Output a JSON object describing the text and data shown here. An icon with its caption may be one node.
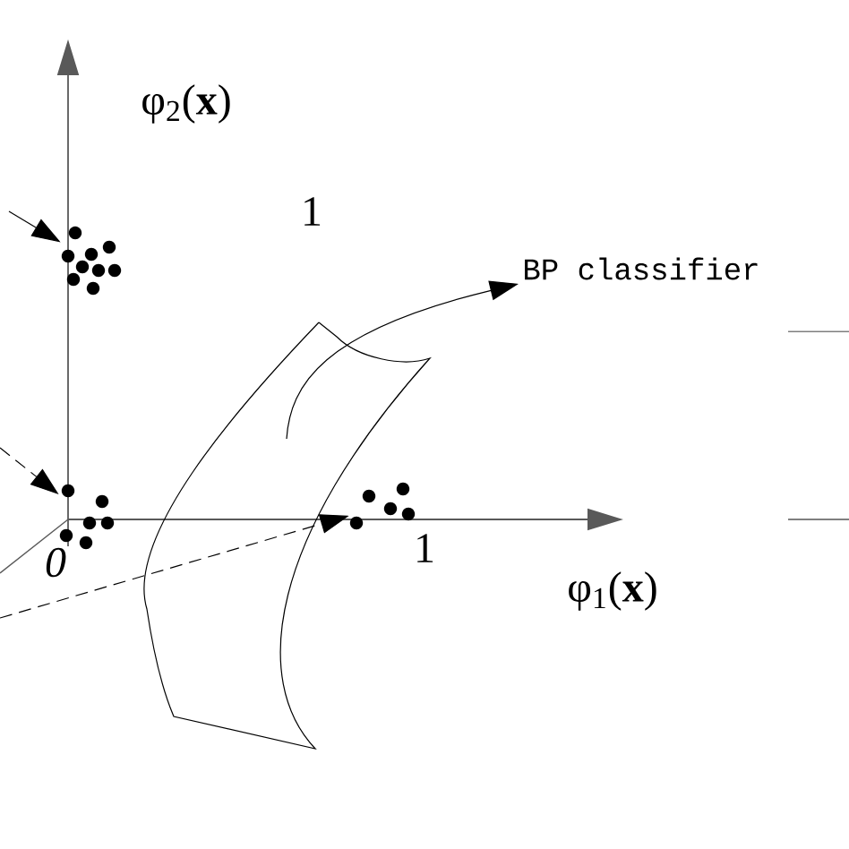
{
  "diagram": {
    "nodes": [
      {
        "text": [],
        "shape": "dots"
      },
      {
        "text": [],
        "shape": "dots"
      },
      {
        "text": [],
        "shape": "dots"
      },
      {
        "text": [
          "BP classifier"
        ]
      },
      {
        "text": [],
        "shape": "surface"
      }
    ],
    "edges": [
      {
        "from": null,
        "to": 0,
        "arrow": "to"
      },
      {
        "from": null,
        "to": 1,
        "arrow": "to",
        "style": "dashed"
      },
      {
        "from": null,
        "to": 2,
        "arrow": "to",
        "style": "dashed"
      },
      {
        "from": 4,
        "to": 3,
        "arrow": "to"
      }
    ],
    "labels": [
      "φ$_{2}$(**x**)",
      "1",
      "0",
      "1",
      "φ$_{1}$(**x**)"
    ]
  }
}
